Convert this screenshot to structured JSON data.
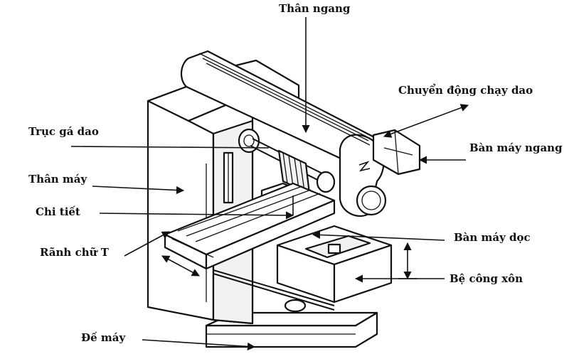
{
  "labels": {
    "than_ngang": "Thân ngang",
    "chuyen_dong": "Chuyển động chạy dao",
    "truc_ga_dao": "Trục gá dao",
    "ban_may_ngang": "Bàn máy ngang",
    "than_may": "Thân máy",
    "chi_tiet": "Chi tiết",
    "ban_may_doc": "Bàn máy dọc",
    "ranh_chu_t": "Rãnh chữ T",
    "be_cong_xon": "Bệ công xôn",
    "de_may": "Đế máy"
  },
  "colors": {
    "ink": "#111111",
    "paper": "#ffffff",
    "shade": "#f2f2f2"
  }
}
